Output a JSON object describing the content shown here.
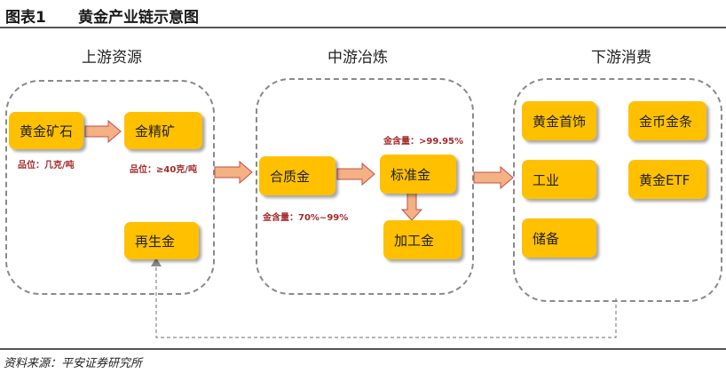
{
  "figure": {
    "number": "图表1",
    "title": "黄金产业链示意图"
  },
  "stages": {
    "upstream": "上游资源",
    "midstream": "中游冶炼",
    "downstream": "下游消费"
  },
  "nodes": {
    "gold_ore": "黄金矿石",
    "gold_concentrate": "金精矿",
    "recycled_gold": "再生金",
    "dore_gold": "合质金",
    "standard_gold": "标准金",
    "processed_gold": "加工金",
    "jewelry": "黄金首饰",
    "coins_bars": "金币金条",
    "industry": "工业",
    "reserves": "储备",
    "gold_etf": "黄金ETF"
  },
  "notes": {
    "ore_grade": "品位：几克/吨",
    "concentrate_grade": "品位：≥40克/吨",
    "dore_content": "金含量：70%~99%",
    "standard_content": "金含量：>99.95%"
  },
  "source": "资料来源：平安证券研究所",
  "colors": {
    "node_fill": "#ffc000",
    "arrow_fill": "#f4b183",
    "arrow_stroke": "#c0504d",
    "dashed_border": "#8a8a8a"
  }
}
